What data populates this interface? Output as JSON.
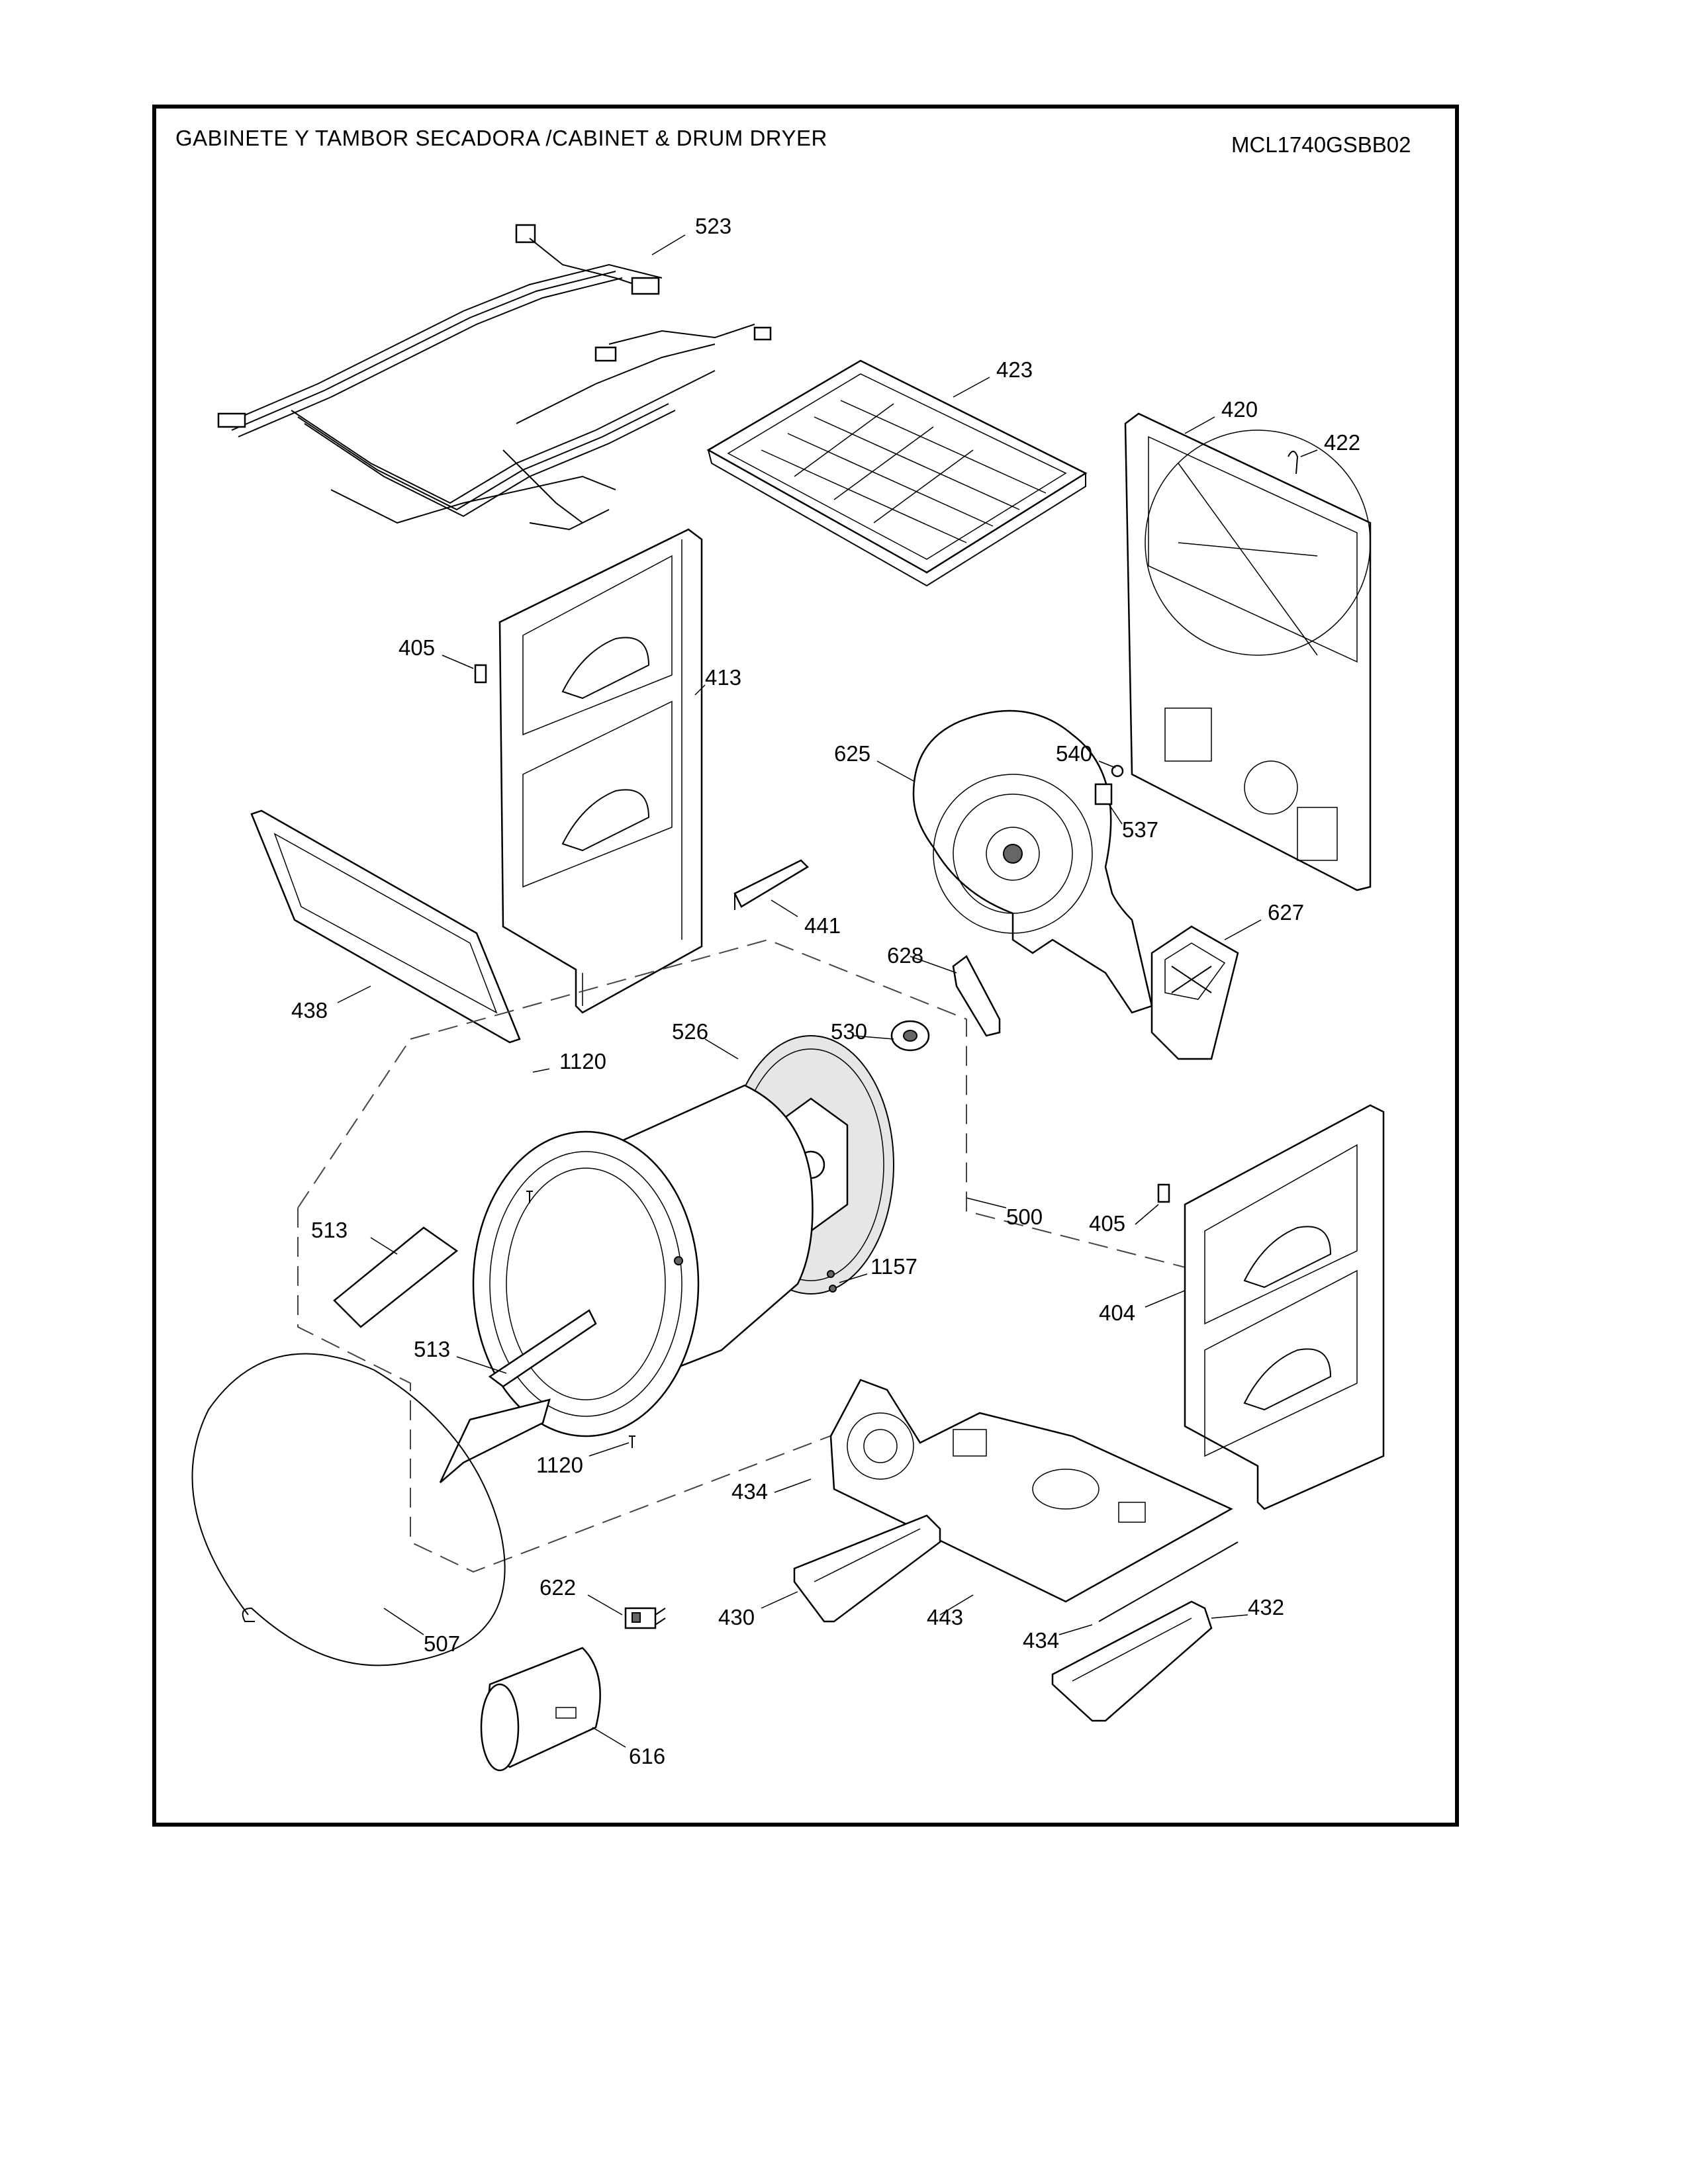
{
  "title": "GABINETE Y TAMBOR SECADORA /CABINET & DRUM  DRYER",
  "model": "MCL1740GSBB02",
  "callouts": [
    {
      "id": "c523",
      "label": "523",
      "part": "wire harness"
    },
    {
      "id": "c423",
      "label": "423",
      "part": "top panel"
    },
    {
      "id": "c420",
      "label": "420",
      "part": "back panel"
    },
    {
      "id": "c422",
      "label": "422",
      "part": "clip"
    },
    {
      "id": "c405a",
      "label": "405",
      "part": "clip"
    },
    {
      "id": "c413",
      "label": "413",
      "part": "side panel left"
    },
    {
      "id": "c625",
      "label": "625",
      "part": "blower housing"
    },
    {
      "id": "c540",
      "label": "540",
      "part": "thermostat"
    },
    {
      "id": "c537",
      "label": "537",
      "part": "bracket"
    },
    {
      "id": "c441",
      "label": "441",
      "part": "support"
    },
    {
      "id": "c627",
      "label": "627",
      "part": "heater box"
    },
    {
      "id": "c628",
      "label": "628",
      "part": "bracket"
    },
    {
      "id": "c438",
      "label": "438",
      "part": "front panel"
    },
    {
      "id": "c526",
      "label": "526",
      "part": "drum rear"
    },
    {
      "id": "c530",
      "label": "530",
      "part": "bearing"
    },
    {
      "id": "c1120a",
      "label": "1120",
      "part": "screw"
    },
    {
      "id": "c513a",
      "label": "513",
      "part": "baffle"
    },
    {
      "id": "c500",
      "label": "500",
      "part": "drum assembly"
    },
    {
      "id": "c405b",
      "label": "405",
      "part": "clip"
    },
    {
      "id": "c1157",
      "label": "1157",
      "part": "screw"
    },
    {
      "id": "c404",
      "label": "404",
      "part": "side panel right"
    },
    {
      "id": "c513b",
      "label": "513",
      "part": "baffle"
    },
    {
      "id": "c1120b",
      "label": "1120",
      "part": "screw"
    },
    {
      "id": "c434a",
      "label": "434",
      "part": "base"
    },
    {
      "id": "c622",
      "label": "622",
      "part": "switch"
    },
    {
      "id": "c430",
      "label": "430",
      "part": "base trim"
    },
    {
      "id": "c443",
      "label": "443",
      "part": "base assembly"
    },
    {
      "id": "c432",
      "label": "432",
      "part": "base trim"
    },
    {
      "id": "c434b",
      "label": "434",
      "part": "rail"
    },
    {
      "id": "c507",
      "label": "507",
      "part": "drum belt"
    },
    {
      "id": "c616",
      "label": "616",
      "part": "motor"
    }
  ]
}
